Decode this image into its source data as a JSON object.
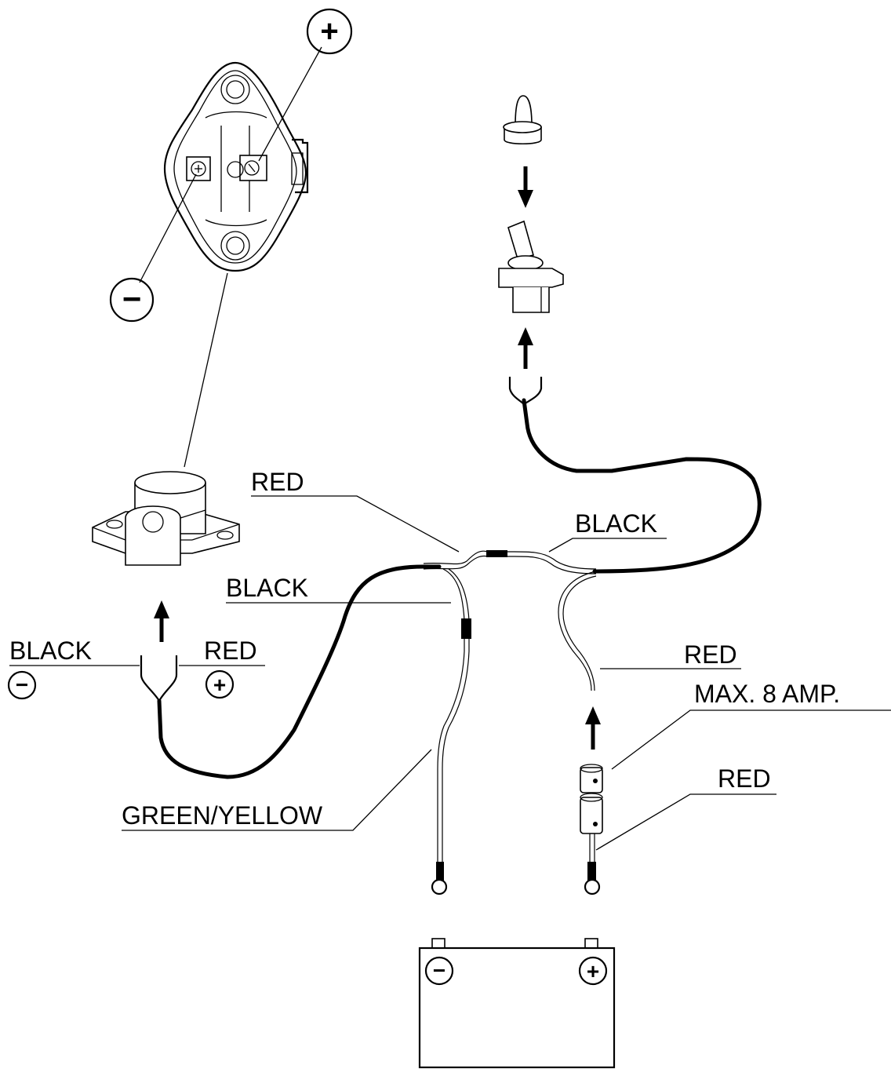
{
  "labels": {
    "red_top": "RED",
    "black_mid": "BLACK",
    "black_left": "BLACK",
    "black_connector": "BLACK",
    "red_connector": "RED",
    "red_right": "RED",
    "fuse_rating": "MAX. 8 AMP.",
    "red_fuse": "RED",
    "ground_wire": "GREEN/YELLOW"
  },
  "symbols": {
    "plus": "+",
    "minus": "−"
  },
  "icons": [
    "motor-terminal-icon",
    "motor-icon",
    "toggle-boot-icon",
    "toggle-switch-icon",
    "fuse-holder-icon",
    "battery-icon",
    "ring-terminal-icon"
  ]
}
